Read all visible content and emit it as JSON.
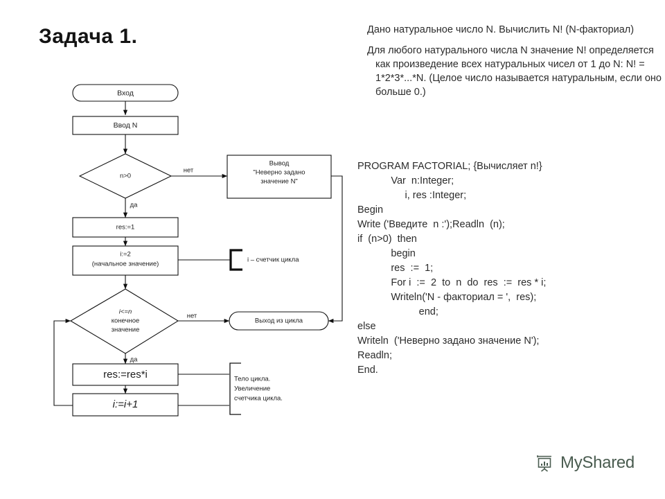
{
  "page": {
    "title": "Задача 1."
  },
  "problem": {
    "paragraphs": [
      "Дано натуральное число N. Вычислить N! (N-факториал)",
      "Для любого натурального числа N значение N! определяется как произведение всех натуральных чисел от 1 до N: N! = 1*2*3*...*N. (Целое число называется натуральным, если оно больше 0.)"
    ]
  },
  "code": {
    "language": "Pascal",
    "text": "PROGRAM FACTORIAL; {Вычисляет n!}\n            Var  n:Integer;\n                 i, res :Integer;\nBegin\nWrite ('Введите  n :');Readln  (n);\nif  (n>0)  then\n            begin\n            res  :=  1;\n            For i  :=  2  to  n  do  res  :=  res * i;\n            Writeln('N - факториал = ',  res);\n                      end;\nelse\nWriteln  ('Неверно задано значение N');\nReadln;\nEnd."
  },
  "flowchart": {
    "nodes": {
      "start": {
        "label": "Вход",
        "shape": "terminator"
      },
      "input": {
        "label": "Ввод N",
        "shape": "process"
      },
      "check_n": {
        "label": "n>0",
        "shape": "decision"
      },
      "error_out": {
        "line1": "Вывод",
        "line2": "\"Неверно задано",
        "line3": "значение N\"",
        "shape": "process"
      },
      "res_init": {
        "label": "res:=1",
        "shape": "process"
      },
      "i_init_l1": {
        "label": "i:=2"
      },
      "i_init_l2": {
        "label": "(начальное значение)"
      },
      "loop_cond_l1": {
        "label": "i<=n"
      },
      "loop_cond_l2": {
        "label": "конечное"
      },
      "loop_cond_l3": {
        "label": "значение"
      },
      "loop_exit": {
        "label": "Выход из цикла",
        "shape": "terminator"
      },
      "body_mult": {
        "label": "res:=res*i",
        "shape": "process"
      },
      "body_inc": {
        "label": "i:=i+1",
        "shape": "process"
      }
    },
    "edge_labels": {
      "check_no": "нет",
      "check_yes": "да",
      "loop_no": "нет",
      "loop_yes": "да"
    },
    "annotations": {
      "counter": "i – счетчик цикла",
      "body_l1": "Тело цикла.",
      "body_l2": "Увеличение",
      "body_l3": "счетчика цикла."
    }
  },
  "watermark": {
    "brand": "MyShared",
    "icon": "presentation-board-icon",
    "color": "#4a5c50"
  }
}
